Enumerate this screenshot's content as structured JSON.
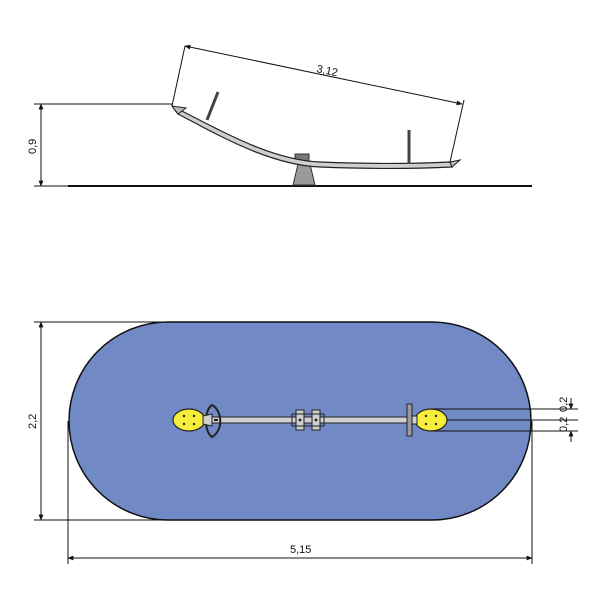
{
  "side_view": {
    "length_label": "3,12",
    "height_label": "0,9"
  },
  "top_view": {
    "width_label": "5,15",
    "depth_label": "2,2",
    "seat_offset_label_1": "0,2",
    "seat_offset_label_2": "0,2"
  },
  "colors": {
    "safety_surface": "#7189c4",
    "seat": "#f6ee3a",
    "line": "#111111",
    "beam": "#cfcfcf",
    "frame": "#9a9a9a"
  }
}
